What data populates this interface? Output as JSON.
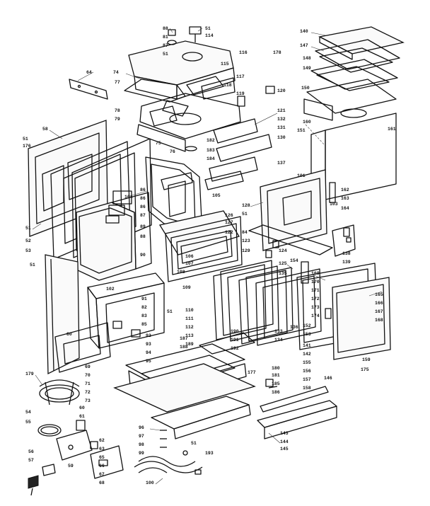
{
  "diagram": {
    "callouts": [
      {
        "id": "c0",
        "text": "88"
      },
      {
        "id": "c1",
        "text": "81"
      },
      {
        "id": "c2",
        "text": "87"
      },
      {
        "id": "c3",
        "text": "51"
      },
      {
        "id": "c4",
        "text": "51"
      },
      {
        "id": "c5",
        "text": "114"
      },
      {
        "id": "c6",
        "text": "116"
      },
      {
        "id": "c7",
        "text": "178"
      },
      {
        "id": "c8",
        "text": "115"
      },
      {
        "id": "c9",
        "text": "117"
      },
      {
        "id": "c10",
        "text": "118"
      },
      {
        "id": "c11",
        "text": "119"
      },
      {
        "id": "c12",
        "text": "120"
      },
      {
        "id": "c13",
        "text": "64"
      },
      {
        "id": "c14",
        "text": "74"
      },
      {
        "id": "c15",
        "text": "77"
      },
      {
        "id": "c16",
        "text": "78"
      },
      {
        "id": "c17",
        "text": "79"
      },
      {
        "id": "c18",
        "text": "75"
      },
      {
        "id": "c19",
        "text": "76"
      },
      {
        "id": "c20",
        "text": "140"
      },
      {
        "id": "c21",
        "text": "147"
      },
      {
        "id": "c22",
        "text": "148"
      },
      {
        "id": "c23",
        "text": "149"
      },
      {
        "id": "c24",
        "text": "150"
      },
      {
        "id": "c25",
        "text": "160"
      },
      {
        "id": "c26",
        "text": "161"
      },
      {
        "id": "c27",
        "text": "58"
      },
      {
        "id": "c28",
        "text": "51"
      },
      {
        "id": "c29",
        "text": "176"
      },
      {
        "id": "c30",
        "text": "121"
      },
      {
        "id": "c31",
        "text": "132"
      },
      {
        "id": "c32",
        "text": "130"
      },
      {
        "id": "c33",
        "text": "51"
      },
      {
        "id": "c34",
        "text": "52"
      },
      {
        "id": "c35",
        "text": "53"
      },
      {
        "id": "c36",
        "text": "86"
      },
      {
        "id": "c37",
        "text": "86"
      },
      {
        "id": "c38",
        "text": "86"
      },
      {
        "id": "c39",
        "text": "87"
      },
      {
        "id": "c40",
        "text": "89"
      },
      {
        "id": "c41",
        "text": "88"
      },
      {
        "id": "c42",
        "text": "90"
      },
      {
        "id": "c43",
        "text": "182"
      },
      {
        "id": "c44",
        "text": "183"
      },
      {
        "id": "c45",
        "text": "184"
      },
      {
        "id": "c46",
        "text": "101"
      },
      {
        "id": "c47",
        "text": "103"
      },
      {
        "id": "c48",
        "text": "128"
      },
      {
        "id": "c49",
        "text": "51"
      },
      {
        "id": "c50",
        "text": "84"
      },
      {
        "id": "c51",
        "text": "123"
      },
      {
        "id": "c52",
        "text": "125"
      },
      {
        "id": "c53",
        "text": "127"
      },
      {
        "id": "c54",
        "text": "126"
      },
      {
        "id": "c55",
        "text": "105"
      },
      {
        "id": "c56",
        "text": "106"
      },
      {
        "id": "c57",
        "text": "107"
      },
      {
        "id": "c58",
        "text": "108"
      },
      {
        "id": "c59",
        "text": "109"
      },
      {
        "id": "c60",
        "text": "110"
      },
      {
        "id": "c61",
        "text": "111"
      },
      {
        "id": "c62",
        "text": "112"
      },
      {
        "id": "c63",
        "text": "113"
      },
      {
        "id": "c64",
        "text": "122"
      },
      {
        "id": "c65",
        "text": "124"
      },
      {
        "id": "c66",
        "text": "129"
      },
      {
        "id": "c67",
        "text": "131"
      },
      {
        "id": "c68",
        "text": "133"
      },
      {
        "id": "c69",
        "text": "134"
      },
      {
        "id": "c70",
        "text": "135"
      },
      {
        "id": "c71",
        "text": "136"
      },
      {
        "id": "c72",
        "text": "137"
      },
      {
        "id": "c73",
        "text": "138"
      },
      {
        "id": "c74",
        "text": "139"
      },
      {
        "id": "c75",
        "text": "141"
      },
      {
        "id": "c76",
        "text": "142"
      },
      {
        "id": "c77",
        "text": "143"
      },
      {
        "id": "c78",
        "text": "144"
      },
      {
        "id": "c79",
        "text": "145"
      },
      {
        "id": "c80",
        "text": "146"
      },
      {
        "id": "c81",
        "text": "151"
      },
      {
        "id": "c82",
        "text": "152"
      },
      {
        "id": "c83",
        "text": "153"
      },
      {
        "id": "c84",
        "text": "154"
      },
      {
        "id": "c85",
        "text": "155"
      },
      {
        "id": "c86",
        "text": "156"
      },
      {
        "id": "c87",
        "text": "157"
      },
      {
        "id": "c88",
        "text": "158"
      },
      {
        "id": "c89",
        "text": "159"
      },
      {
        "id": "c90",
        "text": "162"
      },
      {
        "id": "c91",
        "text": "163"
      },
      {
        "id": "c92",
        "text": "164"
      },
      {
        "id": "c93",
        "text": "165"
      },
      {
        "id": "c94",
        "text": "166"
      },
      {
        "id": "c95",
        "text": "167"
      },
      {
        "id": "c96",
        "text": "168"
      },
      {
        "id": "c97",
        "text": "169"
      },
      {
        "id": "c98",
        "text": "170"
      },
      {
        "id": "c99",
        "text": "171"
      },
      {
        "id": "c100",
        "text": "172"
      },
      {
        "id": "c101",
        "text": "173"
      },
      {
        "id": "c102",
        "text": "174"
      },
      {
        "id": "c103",
        "text": "175"
      },
      {
        "id": "c104",
        "text": "177"
      },
      {
        "id": "c105",
        "text": "179"
      },
      {
        "id": "c106",
        "text": "180"
      },
      {
        "id": "c107",
        "text": "181"
      },
      {
        "id": "c108",
        "text": "185"
      },
      {
        "id": "c109",
        "text": "186"
      },
      {
        "id": "c110",
        "text": "54"
      },
      {
        "id": "c111",
        "text": "55"
      },
      {
        "id": "c112",
        "text": "56"
      },
      {
        "id": "c113",
        "text": "57"
      },
      {
        "id": "c114",
        "text": "59"
      },
      {
        "id": "c115",
        "text": "60"
      },
      {
        "id": "c116",
        "text": "61"
      },
      {
        "id": "c117",
        "text": "62"
      },
      {
        "id": "c118",
        "text": "63"
      },
      {
        "id": "c119",
        "text": "65"
      },
      {
        "id": "c120",
        "text": "66"
      },
      {
        "id": "c121",
        "text": "67"
      },
      {
        "id": "c122",
        "text": "68"
      },
      {
        "id": "c123",
        "text": "69"
      },
      {
        "id": "c124",
        "text": "70"
      },
      {
        "id": "c125",
        "text": "71"
      },
      {
        "id": "c126",
        "text": "72"
      },
      {
        "id": "c127",
        "text": "73"
      },
      {
        "id": "c128",
        "text": "80"
      },
      {
        "id": "c129",
        "text": "82"
      },
      {
        "id": "c130",
        "text": "83"
      },
      {
        "id": "c131",
        "text": "85"
      },
      {
        "id": "c132",
        "text": "91"
      },
      {
        "id": "c133",
        "text": "92"
      },
      {
        "id": "c134",
        "text": "93"
      },
      {
        "id": "c135",
        "text": "94"
      },
      {
        "id": "c136",
        "text": "95"
      },
      {
        "id": "c137",
        "text": "96"
      },
      {
        "id": "c138",
        "text": "97"
      },
      {
        "id": "c139",
        "text": "98"
      },
      {
        "id": "c140",
        "text": "99"
      },
      {
        "id": "c141",
        "text": "100"
      },
      {
        "id": "c142",
        "text": "102"
      },
      {
        "id": "c143",
        "text": "104"
      },
      {
        "id": "c144",
        "text": "187"
      },
      {
        "id": "c145",
        "text": "188"
      },
      {
        "id": "c146",
        "text": "189"
      },
      {
        "id": "c147",
        "text": "190"
      },
      {
        "id": "c148",
        "text": "191"
      },
      {
        "id": "c149",
        "text": "192"
      },
      {
        "id": "c150",
        "text": "193"
      },
      {
        "id": "c151",
        "text": "51"
      },
      {
        "id": "c152",
        "text": "51"
      },
      {
        "id": "c153",
        "text": "51"
      }
    ]
  },
  "colors": {
    "ink": "#111111",
    "paper": "#ffffff"
  }
}
